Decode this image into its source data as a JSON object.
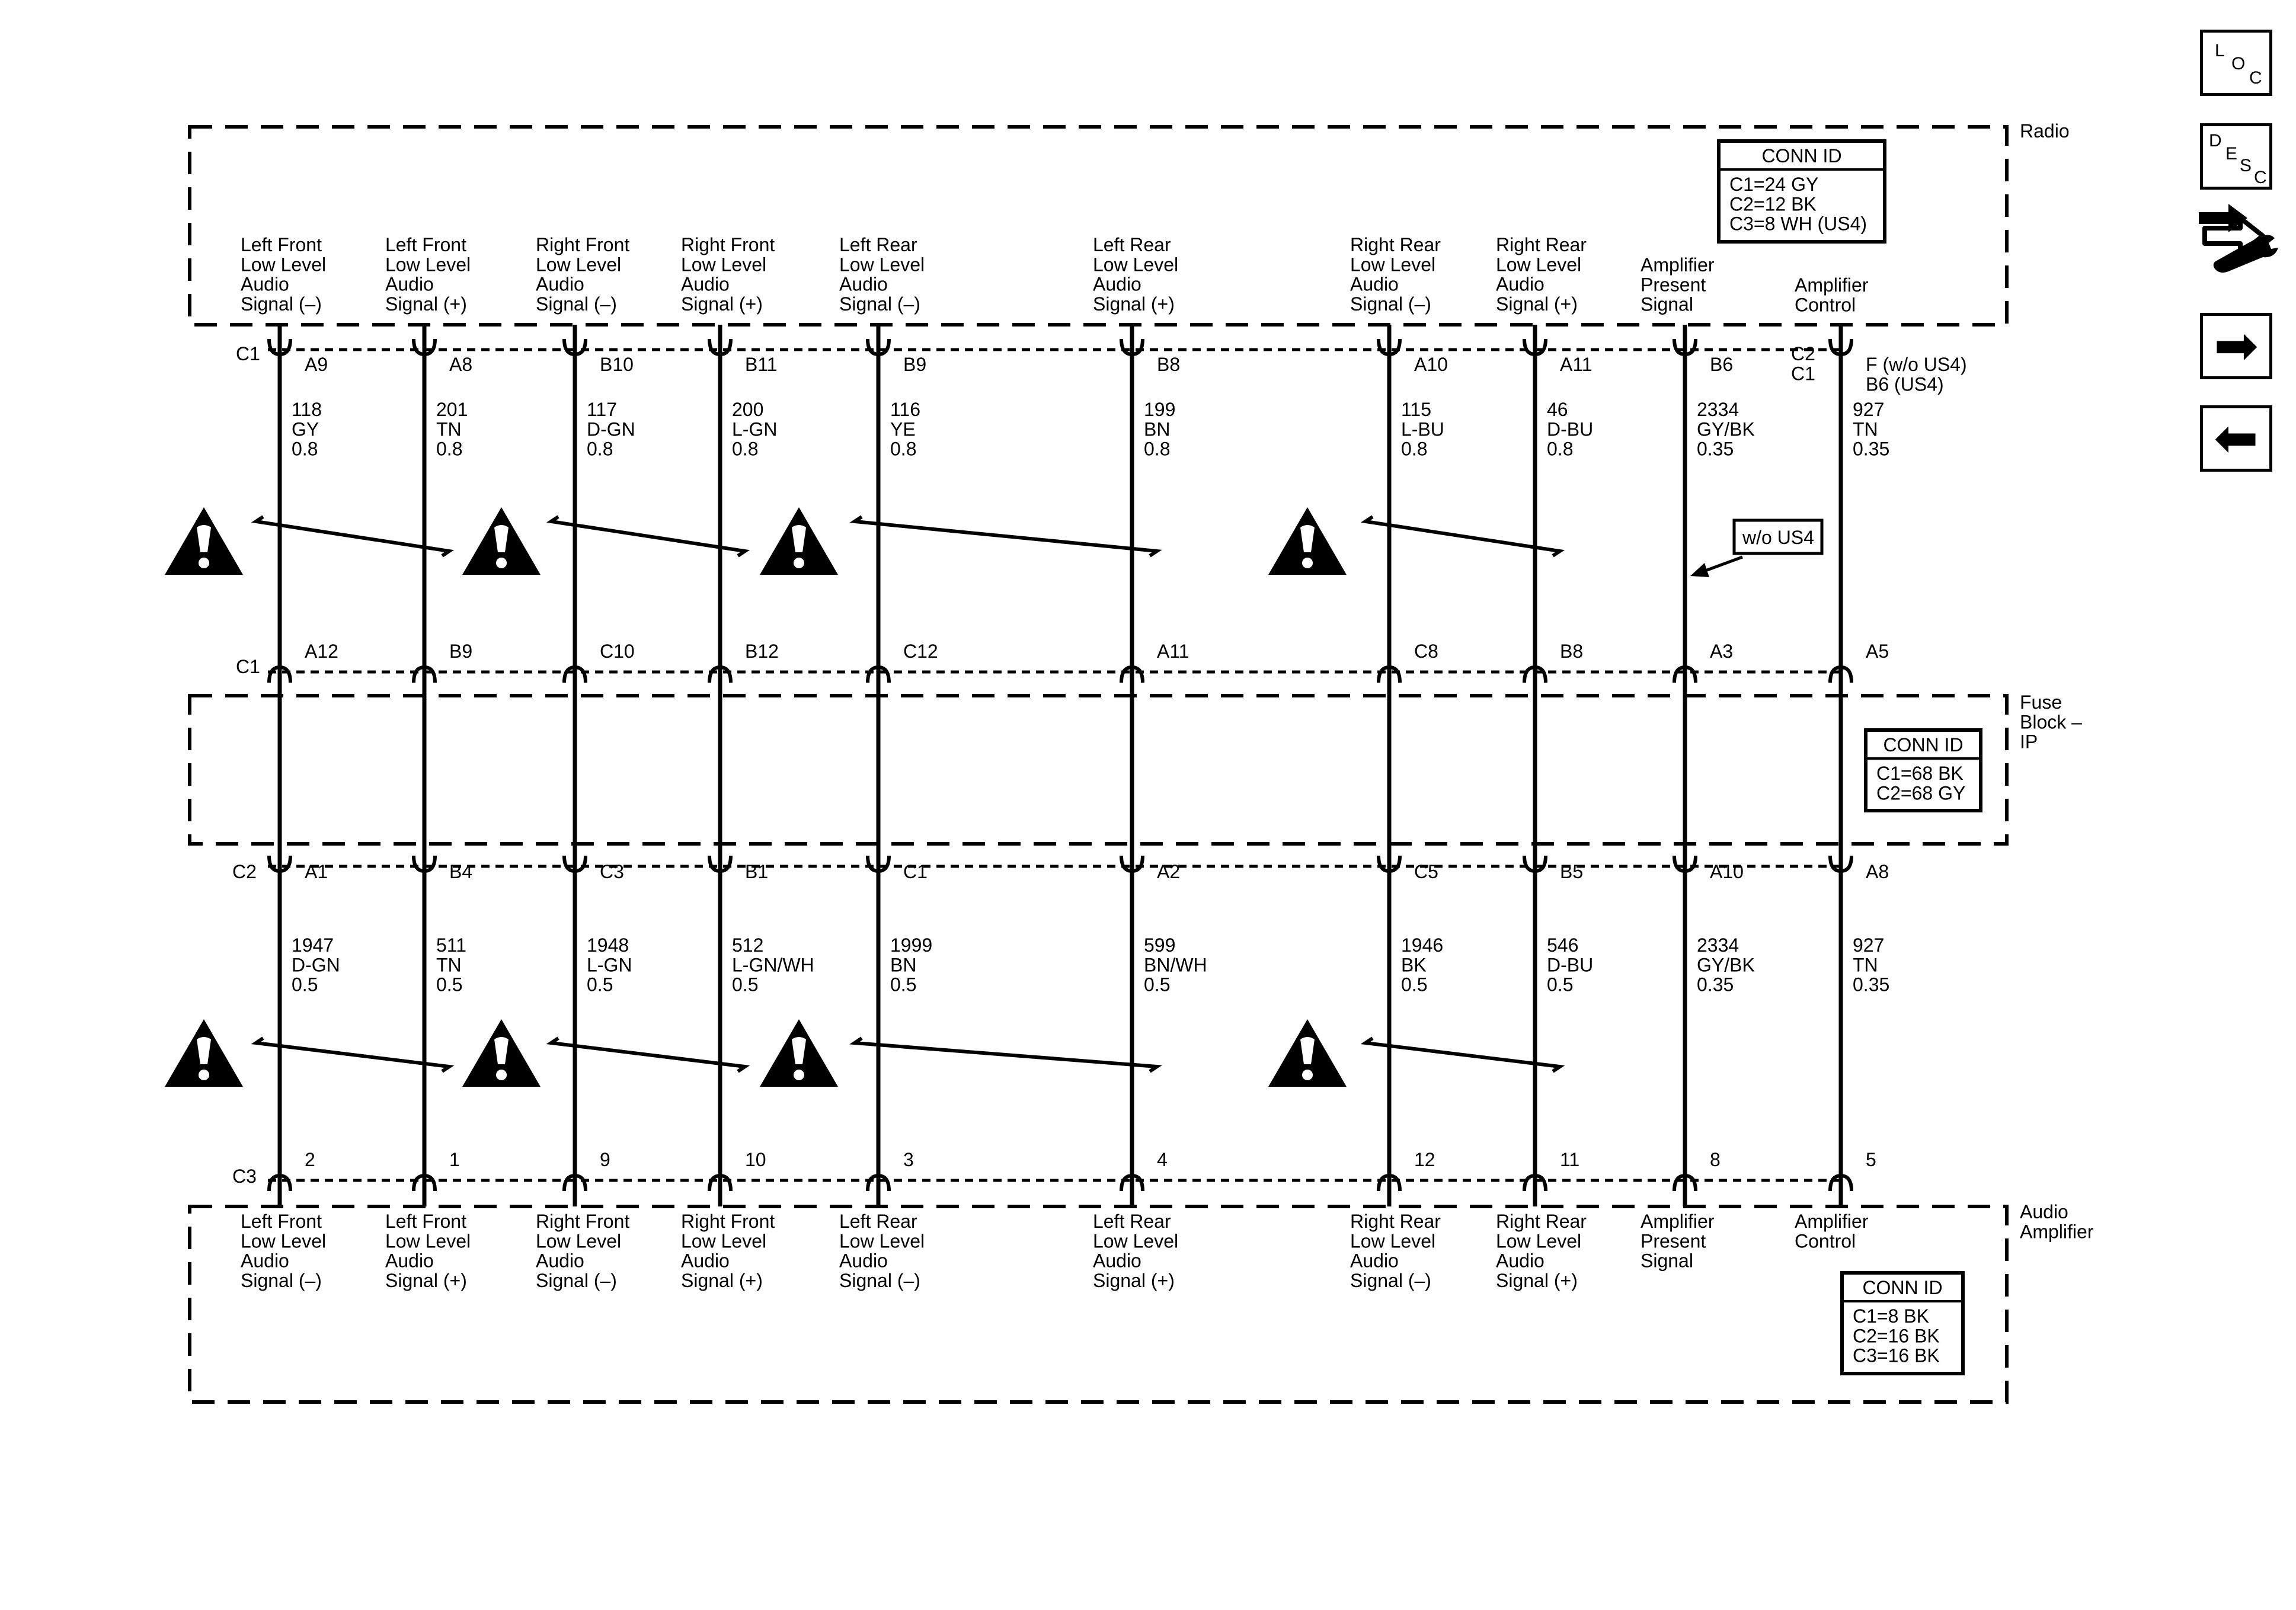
{
  "components": {
    "radio": "Radio",
    "fuse_block": "Fuse\nBlock –\nIP",
    "amplifier": "Audio\nAmplifier"
  },
  "conn_id": {
    "radio": {
      "title": "CONN ID",
      "lines": [
        "C1=24 GY",
        "C2=12 BK",
        "C3=8 WH (US4)"
      ]
    },
    "fuse_block": {
      "title": "CONN ID",
      "lines": [
        "C1=68 BK",
        "C2=68 GY"
      ]
    },
    "amplifier": {
      "title": "CONN ID",
      "lines": [
        "C1=8 BK",
        "C2=16 BK",
        "C3=16 BK"
      ]
    }
  },
  "connectors": {
    "radio": "C1",
    "radio_alt": [
      "C2",
      "C1"
    ],
    "fuse_top": "C1",
    "fuse_bottom": "C2",
    "amplifier": "C3"
  },
  "circuits": [
    {
      "label": "Left Front\nLow Level\nAudio\nSignal (–)",
      "amp_label": "Left Front\nLow Level\nAudio\nSignal (–)",
      "radio_pin": "A9",
      "upper": {
        "num": "118",
        "color": "GY",
        "size": "0.8"
      },
      "fuse_top_pin": "A12",
      "fuse_bottom_pin": "A1",
      "lower": {
        "num": "1947",
        "color": "D-GN",
        "size": "0.5"
      },
      "amp_pin": "2"
    },
    {
      "label": "Left Front\nLow Level\nAudio\nSignal (+)",
      "amp_label": "Left Front\nLow Level\nAudio\nSignal (+)",
      "radio_pin": "A8",
      "upper": {
        "num": "201",
        "color": "TN",
        "size": "0.8"
      },
      "fuse_top_pin": "B9",
      "fuse_bottom_pin": "B4",
      "lower": {
        "num": "511",
        "color": "TN",
        "size": "0.5"
      },
      "amp_pin": "1"
    },
    {
      "label": "Right Front\nLow Level\nAudio\nSignal (–)",
      "amp_label": "Right Front\nLow Level\nAudio\nSignal (–)",
      "radio_pin": "B10",
      "upper": {
        "num": "117",
        "color": "D-GN",
        "size": "0.8"
      },
      "fuse_top_pin": "C10",
      "fuse_bottom_pin": "C3",
      "lower": {
        "num": "1948",
        "color": "L-GN",
        "size": "0.5"
      },
      "amp_pin": "9"
    },
    {
      "label": "Right Front\nLow Level\nAudio\nSignal (+)",
      "amp_label": "Right Front\nLow Level\nAudio\nSignal (+)",
      "radio_pin": "B11",
      "upper": {
        "num": "200",
        "color": "L-GN",
        "size": "0.8"
      },
      "fuse_top_pin": "B12",
      "fuse_bottom_pin": "B1",
      "lower": {
        "num": "512",
        "color": "L-GN/WH",
        "size": "0.5"
      },
      "amp_pin": "10"
    },
    {
      "label": "Left Rear\nLow Level\nAudio\nSignal (–)",
      "amp_label": "Left Rear\nLow Level\nAudio\nSignal (–)",
      "radio_pin": "B9",
      "upper": {
        "num": "116",
        "color": "YE",
        "size": "0.8"
      },
      "fuse_top_pin": "C12",
      "fuse_bottom_pin": "C1",
      "lower": {
        "num": "1999",
        "color": "BN",
        "size": "0.5"
      },
      "amp_pin": "3"
    },
    {
      "label": "Left Rear\nLow Level\nAudio\nSignal (+)",
      "amp_label": "Left Rear\nLow Level\nAudio\nSignal (+)",
      "radio_pin": "B8",
      "upper": {
        "num": "199",
        "color": "BN",
        "size": "0.8"
      },
      "fuse_top_pin": "A11",
      "fuse_bottom_pin": "A2",
      "lower": {
        "num": "599",
        "color": "BN/WH",
        "size": "0.5"
      },
      "amp_pin": "4"
    },
    {
      "label": "Right Rear\nLow Level\nAudio\nSignal (–)",
      "amp_label": "Right Rear\nLow Level\nAudio\nSignal (–)",
      "radio_pin": "A10",
      "upper": {
        "num": "115",
        "color": "L-BU",
        "size": "0.8"
      },
      "fuse_top_pin": "C8",
      "fuse_bottom_pin": "C5",
      "lower": {
        "num": "1946",
        "color": "BK",
        "size": "0.5"
      },
      "amp_pin": "12"
    },
    {
      "label": "Right Rear\nLow Level\nAudio\nSignal (+)",
      "amp_label": "Right Rear\nLow Level\nAudio\nSignal (+)",
      "radio_pin": "A11",
      "upper": {
        "num": "46",
        "color": "D-BU",
        "size": "0.8"
      },
      "fuse_top_pin": "B8",
      "fuse_bottom_pin": "B5",
      "lower": {
        "num": "546",
        "color": "D-BU",
        "size": "0.5"
      },
      "amp_pin": "11"
    },
    {
      "label": "Amplifier\nPresent\nSignal",
      "amp_label": "Amplifier\nPresent\nSignal",
      "radio_pin": "B6",
      "upper": {
        "num": "2334",
        "color": "GY/BK",
        "size": "0.35"
      },
      "fuse_top_pin": "A3",
      "fuse_bottom_pin": "A10",
      "lower": {
        "num": "2334",
        "color": "GY/BK",
        "size": "0.35"
      },
      "amp_pin": "8"
    },
    {
      "label": "Amplifier\nControl",
      "amp_label": "Amplifier\nControl",
      "radio_pin": "F (w/o US4)\nB6 (US4)",
      "upper": {
        "num": "927",
        "color": "TN",
        "size": "0.35"
      },
      "fuse_top_pin": "A5",
      "fuse_bottom_pin": "A8",
      "lower": {
        "num": "927",
        "color": "TN",
        "size": "0.35"
      },
      "amp_pin": "5"
    }
  ],
  "option_note": "w/o US4",
  "nav": {
    "loc": [
      "L",
      "O",
      "C"
    ],
    "desc": [
      "D",
      "E",
      "S",
      "C"
    ],
    "tools_icon": "wrench-arrows-icon",
    "next_icon": "right-arrow-icon",
    "prev_icon": "left-arrow-icon",
    "next_glyph": "➡",
    "prev_glyph": "⬅"
  }
}
